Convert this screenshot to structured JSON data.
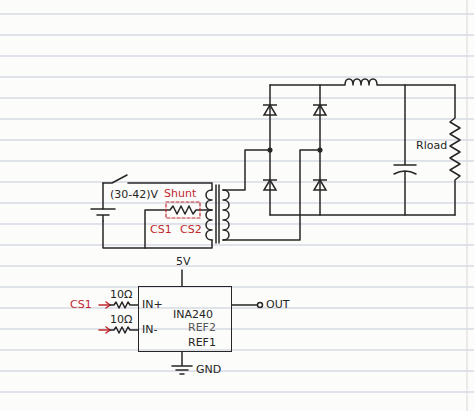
{
  "diagram": {
    "nodes": [
      {
        "text": [
          "INA240"
        ]
      }
    ],
    "labels": [
      "(30-42)V",
      "Shunt",
      "CS1",
      "CS2",
      "Rload",
      "5V",
      "10Ω",
      "IN+",
      "OUT",
      "CS1",
      "10Ω",
      "IN-",
      "REF2",
      "REF1",
      "GND"
    ]
  }
}
